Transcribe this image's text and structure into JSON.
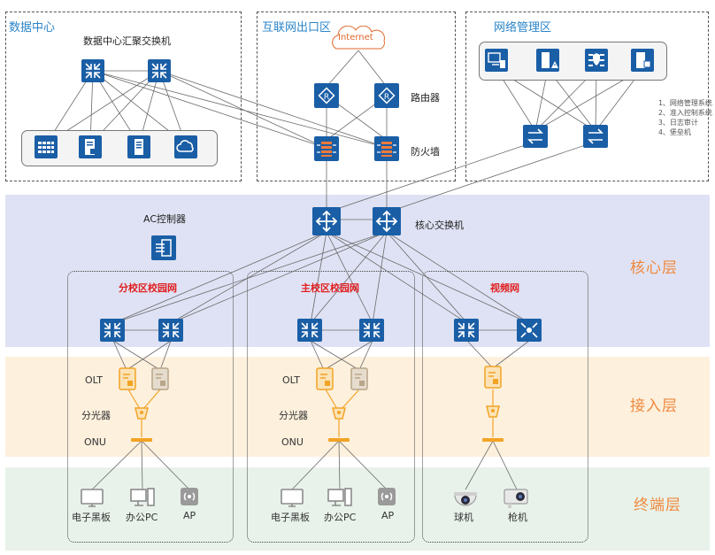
{
  "zones": {
    "datacenter": "数据中心",
    "internet_exit": "互联网出口区",
    "netmgmt": "网络管理区"
  },
  "labels": {
    "dc_switch": "数据中心汇聚交换机",
    "internet": "Internet",
    "router": "路由器",
    "firewall": "防火墙",
    "ac": "AC控制器",
    "core_switch": "核心交换机"
  },
  "mgmt_legend": [
    "1、网络管理系统",
    "2、准入控制系统",
    "3、日志审计",
    "4、堡垒机"
  ],
  "layers": {
    "core": "核心层",
    "access": "接入层",
    "terminal": "终端层"
  },
  "campuses": {
    "branch": {
      "title": "分校区校园网",
      "olt": "OLT",
      "splitter": "分光器",
      "onu": "ONU",
      "terminals": [
        "电子黑板",
        "办公PC",
        "AP"
      ]
    },
    "main": {
      "title": "主校区校园网",
      "olt": "OLT",
      "splitter": "分光器",
      "onu": "ONU",
      "terminals": [
        "电子黑板",
        "办公PC",
        "AP"
      ]
    },
    "video": {
      "title": "视频网",
      "terminals": [
        "球机",
        "枪机"
      ]
    }
  },
  "colors": {
    "device_blue": "#1a5ea6",
    "zone_title": "#2b84c9",
    "layer_label": "#f0893d",
    "campus_title": "#e02020",
    "pon_orange": "#f2a325"
  }
}
